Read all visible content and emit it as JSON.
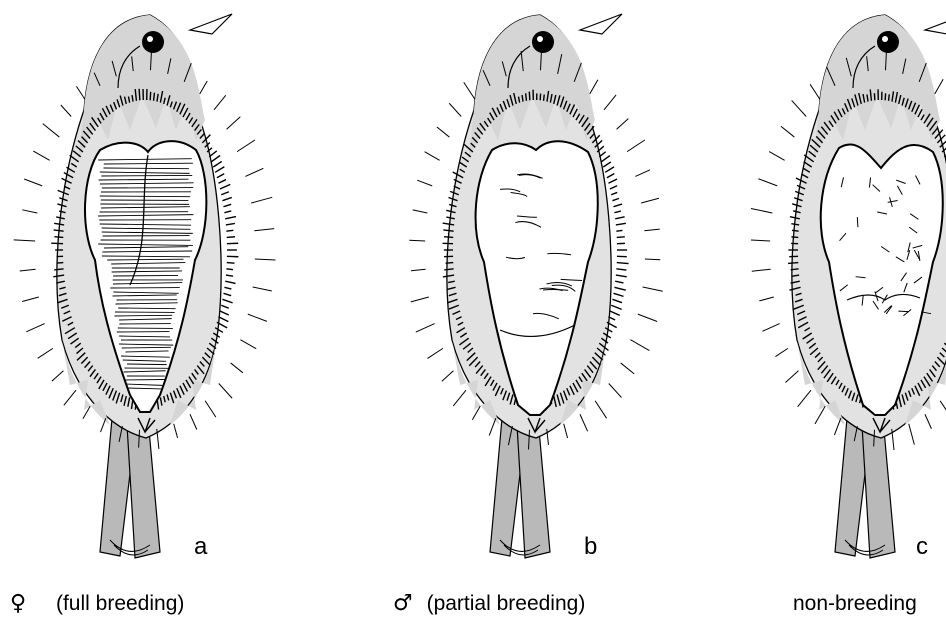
{
  "panels": [
    {
      "letter": "a",
      "symbol": "♀",
      "caption": "(full breeding)",
      "state": "full"
    },
    {
      "letter": "b",
      "symbol": "♂",
      "caption": "(partial breeding)",
      "state": "partial"
    },
    {
      "letter": "c",
      "symbol": "",
      "caption": "non-breeding",
      "state": "none"
    }
  ],
  "colors": {
    "body_light": "#e2e2e2",
    "head_grey": "#d5d5d5",
    "tail_grey": "#b9b9b9",
    "outline": "#000000"
  }
}
